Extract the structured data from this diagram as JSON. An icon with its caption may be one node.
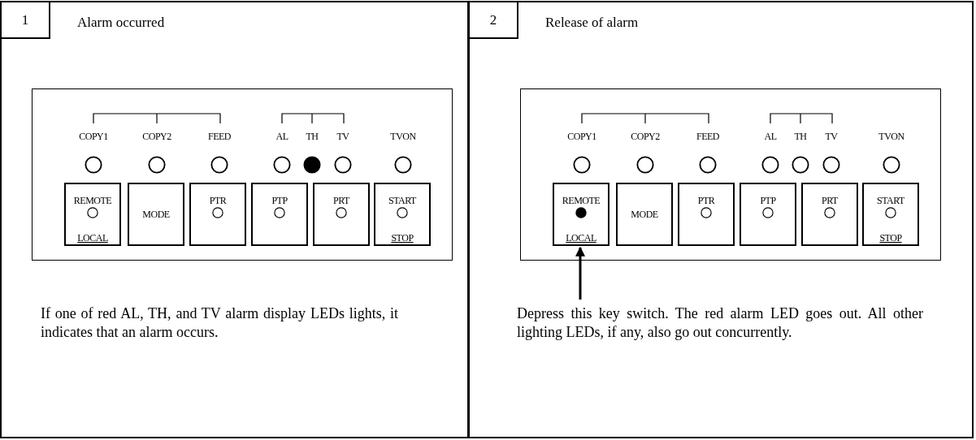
{
  "diagram": {
    "nodes": [
      {
        "text": [
          "Alarm occurred"
        ]
      },
      {
        "text": [
          "1"
        ],
        "in": 0
      },
      {
        "text": [],
        "shape": "box",
        "in": 0
      },
      {
        "text": [
          "REMOTE",
          "LOCAL"
        ],
        "in": 2
      },
      {
        "text": [
          "MODE"
        ],
        "in": 2
      },
      {
        "text": [
          "PTR"
        ],
        "in": 2
      },
      {
        "text": [
          "PTP"
        ],
        "in": 2
      },
      {
        "text": [
          "PRT"
        ],
        "in": 2
      },
      {
        "text": [
          "START",
          "STOP"
        ],
        "in": 2
      },
      {
        "text": [
          "If one of red AL, TH, and TV alarm display LEDs lights, it indicates that an alarm occurs."
        ],
        "in": 0
      },
      {
        "text": [
          "Release of alarm"
        ]
      },
      {
        "text": [
          "2"
        ],
        "in": 10
      },
      {
        "text": [],
        "shape": "box",
        "in": 10
      },
      {
        "text": [
          "REMOTE",
          "LOCAL"
        ],
        "in": 12
      },
      {
        "text": [
          "MODE"
        ],
        "in": 12
      },
      {
        "text": [
          "PTR"
        ],
        "in": 12
      },
      {
        "text": [
          "PTP"
        ],
        "in": 12
      },
      {
        "text": [
          "PRT"
        ],
        "in": 12
      },
      {
        "text": [
          "START",
          "STOP"
        ],
        "in": 12
      },
      {
        "text": [
          "Depress this key switch. The red alarm LED goes out. All other lighting LEDs, if any, also go out concurrently."
        ],
        "in": 10
      }
    ],
    "edges": [
      {
        "from": 19,
        "to": 13,
        "arrow": "to"
      }
    ],
    "labels": [
      "COPY1",
      "COPY2",
      "FEED",
      "AL",
      "TH",
      "TV",
      "TVON",
      "COPY1",
      "COPY2",
      "FEED",
      "AL",
      "TH",
      "TV",
      "TVON"
    ]
  }
}
